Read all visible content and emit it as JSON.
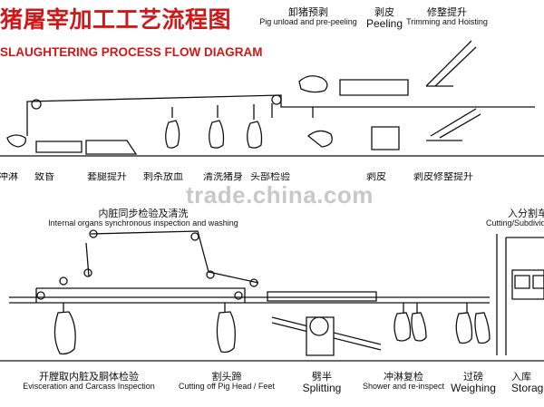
{
  "title": {
    "cn": "猪屠宰加工工艺流程图",
    "en": "SLAUGHTERING PROCESS FLOW DIAGRAM"
  },
  "watermark": "trade.china.com",
  "top_labels": [
    {
      "cn": "卸猪预剥",
      "en": "Pig unload and pre-peeling"
    },
    {
      "cn": "剥皮",
      "en": "Peeling"
    },
    {
      "cn": "修整提升",
      "en": "Trimming and Hoisting"
    }
  ],
  "middle_labels": [
    {
      "cn": "内脏同步检验及清洗",
      "en": "Internal organs synchronous inspection and washing"
    },
    {
      "cn": "入分割车",
      "en": "Cutting/Subdividing"
    }
  ],
  "bottom_labels": [
    {
      "cn": "开膛取内脏及胴体检验",
      "en": "Evisceration and Carcass Inspection"
    },
    {
      "cn": "割头蹄",
      "en": "Cutting off Pig Head / Feet"
    },
    {
      "cn": "劈半",
      "en": "Splitting"
    },
    {
      "cn": "冲淋复检",
      "en": "Shower and re-inspect"
    },
    {
      "cn": "过磅",
      "en": "Weighing"
    },
    {
      "cn": "入库",
      "en": "Storage"
    }
  ],
  "row1_cut_labels": [
    "冲淋",
    "致昏",
    "套腿提升",
    "刺杀放血",
    "清洗猪身",
    "头部检验",
    "剥皮",
    "剥皮修整提升"
  ]
}
